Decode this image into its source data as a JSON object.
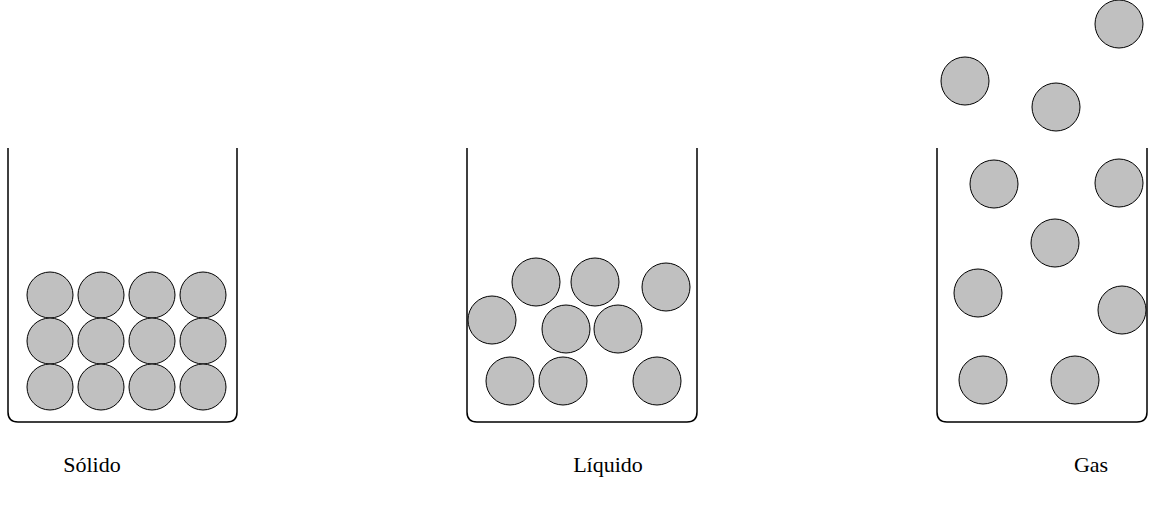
{
  "diagram": {
    "labels": [
      "Sólido",
      "Líquido",
      "Gas"
    ]
  }
}
